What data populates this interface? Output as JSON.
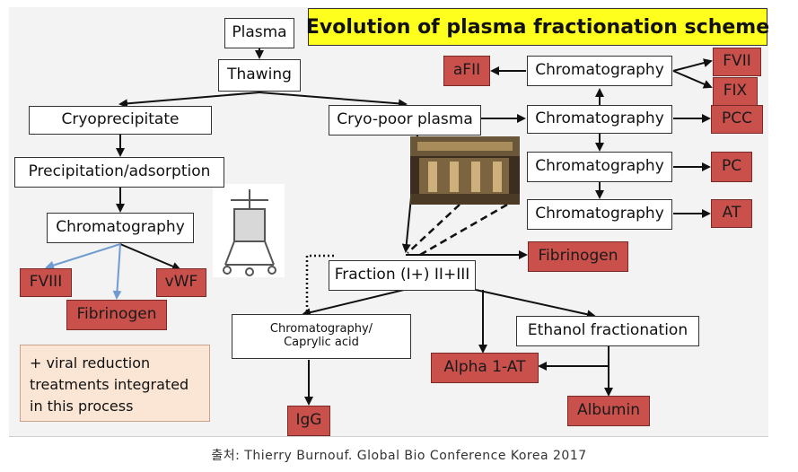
{
  "title": "Evolution of plasma fractionation scheme",
  "nodes": {
    "plasma": "Plasma",
    "thawing": "Thawing",
    "cryoprecipitate": "Cryoprecipitate",
    "cryo_poor_plasma": "Cryo-poor plasma",
    "precipitation_adsorption": "Precipitation/adsorption",
    "chromatography_left": "Chromatography",
    "fviii": "FVIII",
    "vwf": "vWF",
    "fibrinogen_left": "Fibrinogen",
    "chrom_1": "Chromatography",
    "chrom_2": "Chromatography",
    "chrom_3": "Chromatography",
    "chrom_4": "Chromatography",
    "afii": "aFII",
    "fvii": "FVII",
    "fix": "FIX",
    "pcc": "PCC",
    "pc": "PC",
    "at": "AT",
    "fraction": "Fraction (I+) II+III",
    "fibrinogen_right": "Fibrinogen",
    "chrom_caprylic": "Chromatography/\nCaprylic acid",
    "ethanol_fractionation": "Ethanol fractionation",
    "alpha1at": "Alpha 1-AT",
    "igg": "IgG",
    "albumin": "Albumin"
  },
  "note": "+ viral reduction treatments integrated in this process",
  "caption": "출처: Thierry Burnouf. Global Bio Conference Korea 2017",
  "colors": {
    "highlight": "#ffff1e",
    "product_box": "#c9504b",
    "note_box": "#fbe6d6",
    "panel": "#f3f3f3",
    "arrow": "#111111",
    "arrow_blue": "#6f9bd1"
  }
}
